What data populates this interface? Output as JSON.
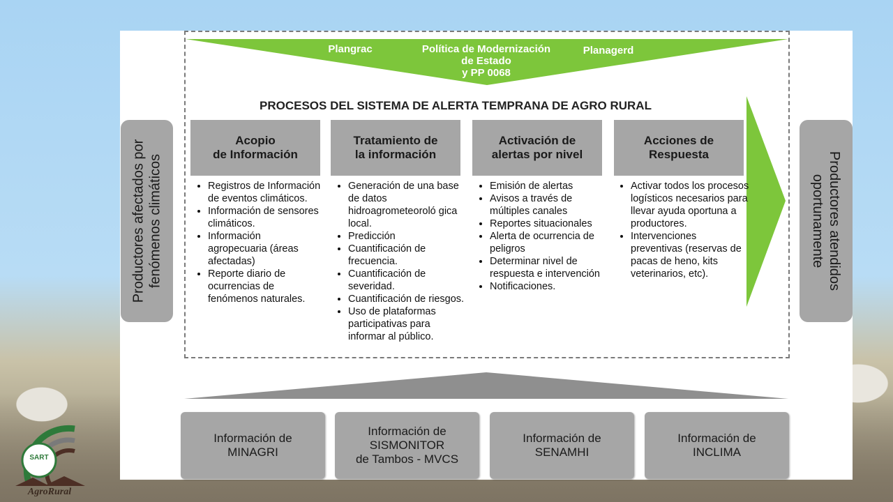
{
  "top_banner": {
    "left": "Plangrac",
    "center_line1": "Política de Modernización",
    "center_line2": "de Estado",
    "center_line3": "y PP 0068",
    "right": "Planagerd"
  },
  "title": "PROCESOS DEL SISTEMA DE ALERTA TEMPRANA DE AGRO RURAL",
  "left_side": {
    "line1": "Productores afectados por",
    "line2": "fenómenos climáticos"
  },
  "right_side": {
    "line1": "Productores atendidos",
    "line2": "oportunamente"
  },
  "columns": [
    {
      "header": [
        "Acopio",
        "de Información"
      ],
      "items": [
        "Registros de Información de eventos climáticos.",
        "Información de sensores climáticos.",
        "Información agropecuaria (áreas afectadas)",
        "Reporte diario de ocurrencias de fenómenos naturales."
      ]
    },
    {
      "header": [
        "Tratamiento de",
        "la información"
      ],
      "items": [
        "Generación de una base de datos hidroagrometeoroló gica local.",
        "Predicción",
        "Cuantificación de frecuencia.",
        "Cuantificación de severidad.",
        "Cuantificación de riesgos.",
        "Uso de plataformas participativas para informar al público."
      ]
    },
    {
      "header": [
        "Activación de",
        "alertas por nivel"
      ],
      "items": [
        "Emisión de alertas",
        "Avisos a través de múltiples canales",
        "Reportes situacionales",
        "Alerta de ocurrencia de peligros",
        "Determinar nivel de respuesta e intervención",
        "Notificaciones."
      ]
    },
    {
      "header": [
        "Acciones de",
        "Respuesta"
      ],
      "items": [
        "Activar todos los procesos logísticos necesarios para llevar ayuda oportuna a productores.",
        "Intervenciones preventivas (reservas de pacas de heno, kits veterinarios, etc)."
      ]
    }
  ],
  "sources": [
    [
      "Información de",
      "MINAGRI"
    ],
    [
      "Información de",
      "SISMONITOR",
      "de Tambos - MVCS"
    ],
    [
      "Información de",
      "SENAMHI"
    ],
    [
      "Información de",
      "INCLIMA"
    ]
  ],
  "logo": {
    "badge": "SART",
    "brand": "AgroRural"
  },
  "colors": {
    "green": "#7dc63b",
    "gray_box": "#a6a6a6",
    "bottom_triangle": "#8f8f8f"
  }
}
